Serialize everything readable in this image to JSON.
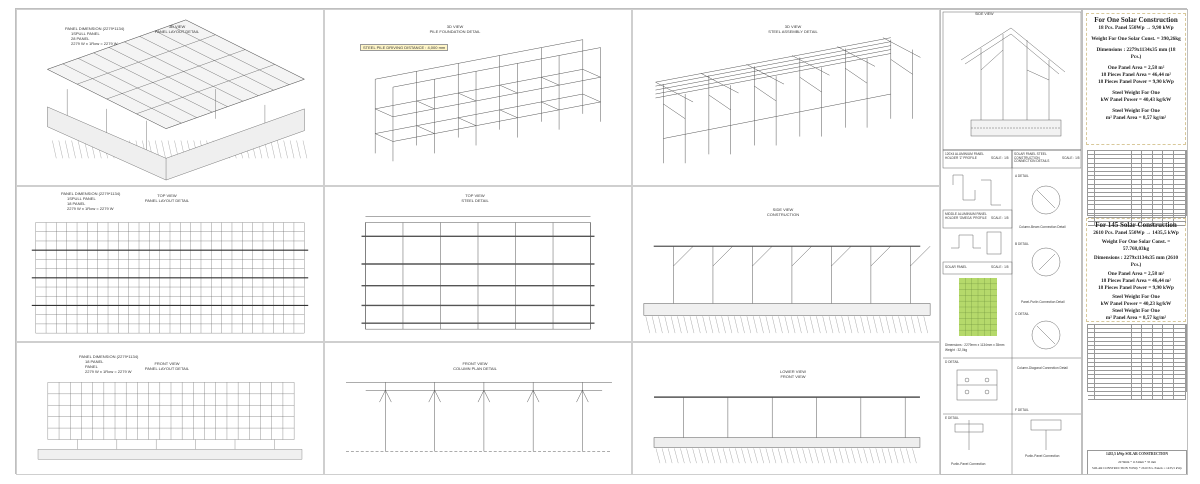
{
  "views": {
    "v1": {
      "title": "3D VIEW",
      "subtitle": "PANEL LAYOUT DETAIL",
      "note": "PANEL DIMENSION (2279*1134)",
      "lines": [
        "1SPULL PANEL",
        "28 PANEL",
        "2279 W x 1Row = 2279 W"
      ]
    },
    "v2": {
      "title": "3D VIEW",
      "subtitle": "PILE FOUNDATION DETAIL",
      "note": "STEEL PILE DRIVING DISTANCE : 4,000 mm"
    },
    "v3": {
      "title": "3D VIEW",
      "subtitle": "STEEL ASSEMBLY DETAIL"
    },
    "v4": {
      "title": "TOP VIEW",
      "subtitle": "PANEL LAYOUT DETAIL",
      "note": "PANEL DIMENSION (2279*1134)",
      "lines": [
        "1SPULL PANEL",
        "18 PANEL",
        "2279 W x 1Row = 2279 W"
      ]
    },
    "v5": {
      "title": "TOP VIEW",
      "subtitle": "STEEL DETAIL"
    },
    "v6": {
      "title": "SIDE VIEW",
      "subtitle": "CONSTRUCTION"
    },
    "v7": {
      "title": "FRONT VIEW",
      "subtitle": "PANEL LAYOUT DETAIL",
      "note": "PANEL DIMENSION (2279*1134)",
      "lines": [
        "18 PANEL",
        "PANEL",
        "2279 W x 1Row = 2279 W"
      ]
    },
    "v8": {
      "title": "FRONT VIEW",
      "subtitle": "COLUMN PLAN DETAIL"
    },
    "v9": {
      "title": "LOWER VIEW",
      "subtitle": "FRONT VIEW"
    }
  },
  "details": {
    "side_view": "SIDE VIEW",
    "d1": "120X4 ALUMINIUM PANEL HOLDER 'Z' PROFILE",
    "d1_scale": "SCALE : 1/5",
    "d2": "SOLAR PANEL STEEL CONSTRUCTION CONNECTION DETAILS",
    "d2_scale": "SCALE : 1/5",
    "d3": "MIDDLE ALUMINIUM PANEL HOLDER 'OMEGA' PROFILE",
    "d3_scale": "SCALE : 1/5",
    "d4": "SOLAR PANEL",
    "d4_scale": "SCALE : 1/5",
    "a_detail": "A DETAIL",
    "b_detail": "B DETAIL",
    "c_detail": "C DETAIL",
    "d_detail": "D DETAIL",
    "e_detail": "E DETAIL",
    "f_detail": "F DETAIL",
    "c1": "Column-Beam Connection Detail",
    "c2": "Panel-Purlin Connection Detail",
    "c3": "Column-Diagonal Connection Detail",
    "c4": "Purlin-Panel Connection",
    "c5": "Purlin-Panel Connection",
    "panel_dims": "Dimensions : 2279mm x 1134mm x 35mm",
    "panel_weight": "Weight : 32,0kg"
  },
  "info_one": {
    "heading": "For One Solar Construction",
    "line1": "18 Pcs. Panel 550Wp  →  9,90 kWp",
    "line2": "Weight For One Solar Const. = 390,26kg",
    "line3": "Dimensions : 2279x1134x35 mm (18 Pcs.)",
    "line4": "One Panel Area =   2,58 m²",
    "line5": "18 Pieces Panel Area =  46,44 m²",
    "line6": "18 Pieces Panel Power =   9,90 kWp",
    "line7": "Steel Weight For One",
    "line8": "kW Panel Power =   40,43 kg/kW",
    "line9": "Steel Weight For One",
    "line10": "m² Panel Area =   8,57 kg/m²"
  },
  "info_all": {
    "heading": "For 145 Solar Construction",
    "line1": "2610 Pcs. Panel 550Wp  → 1435,5 kWp",
    "line2": "Weight For One Solar Const. = 57.768,03kg",
    "line3": "Dimensions : 2279x1134x35 mm (2610 Pcs.)",
    "line4": "One Panel Area =   2,58 m²",
    "line5": "18 Pieces Panel Area =  46,44 m²",
    "line6": "18 Pieces Panel Power =   9,90 kWp",
    "line7": "Steel Weight For One",
    "line8": "kW Panel Power =   40,23 kg/kW",
    "line9": "Steel Weight For One",
    "line10": "m² Panel Area =   8,57 kg/m²"
  },
  "title_block": {
    "project": "1435,5 kWp SOLAR CONSTRUCTION",
    "line1": "2279mm * 1134mm * 35 mm",
    "line2": "SOLAR CONSTRUCTION  550Wp * 2610 Pcs. Panels = 1435,5 kWp"
  },
  "colors": {
    "line": "#444444",
    "panel_green": "#b5d96b",
    "dash": "#d8c89a"
  }
}
